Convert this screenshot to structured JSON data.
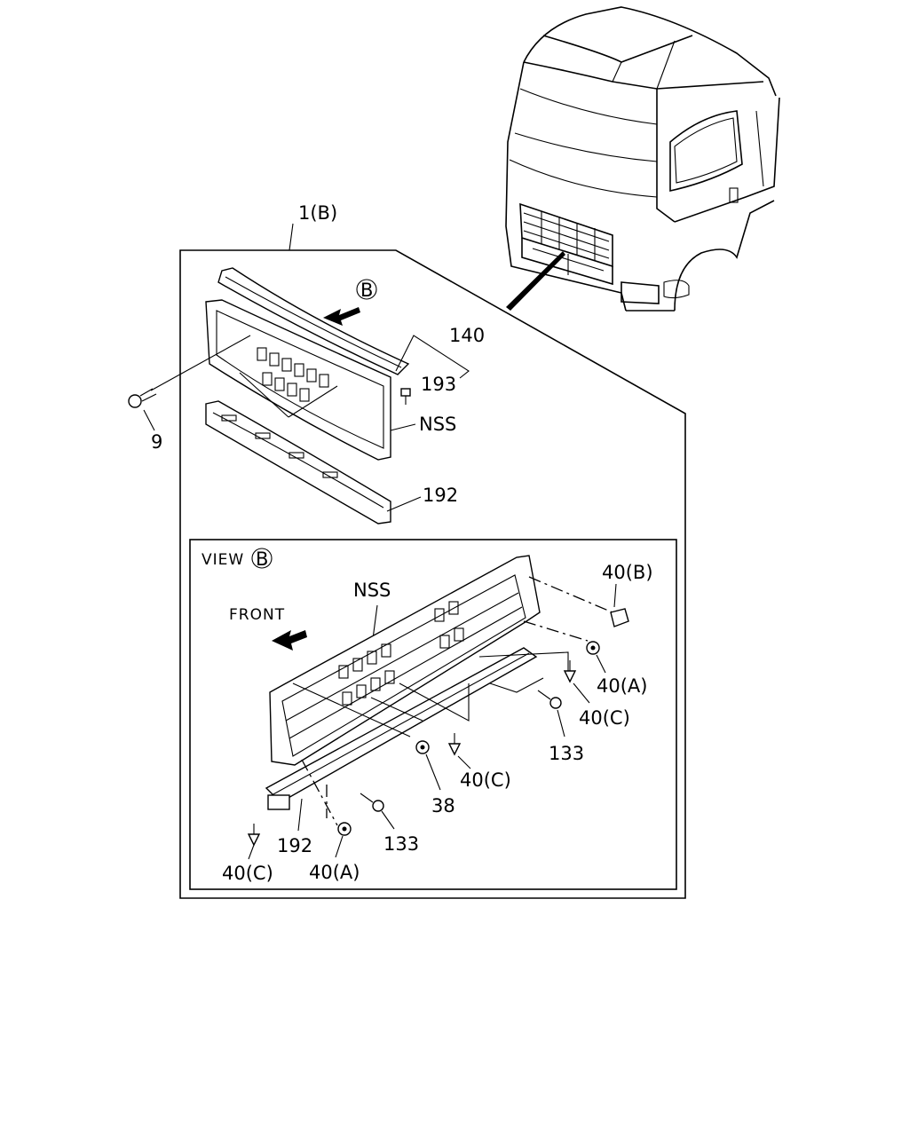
{
  "callouts": {
    "assembly": "1(B)",
    "view_marker": "B",
    "p140": "140",
    "p193": "193",
    "p9": "9",
    "nss_top": "NSS",
    "p192_top": "192"
  },
  "view": {
    "title": "VIEW",
    "marker": "B",
    "front": "FRONT",
    "nss": "NSS",
    "p40b": "40(B)",
    "p40a_right": "40(A)",
    "p40c_right": "40(C)",
    "p133_right": "133",
    "p40c_mid": "40(C)",
    "p38": "38",
    "p133_bottom": "133",
    "p192": "192",
    "p40c_left": "40(C)",
    "p40a_bottom": "40(A)"
  }
}
